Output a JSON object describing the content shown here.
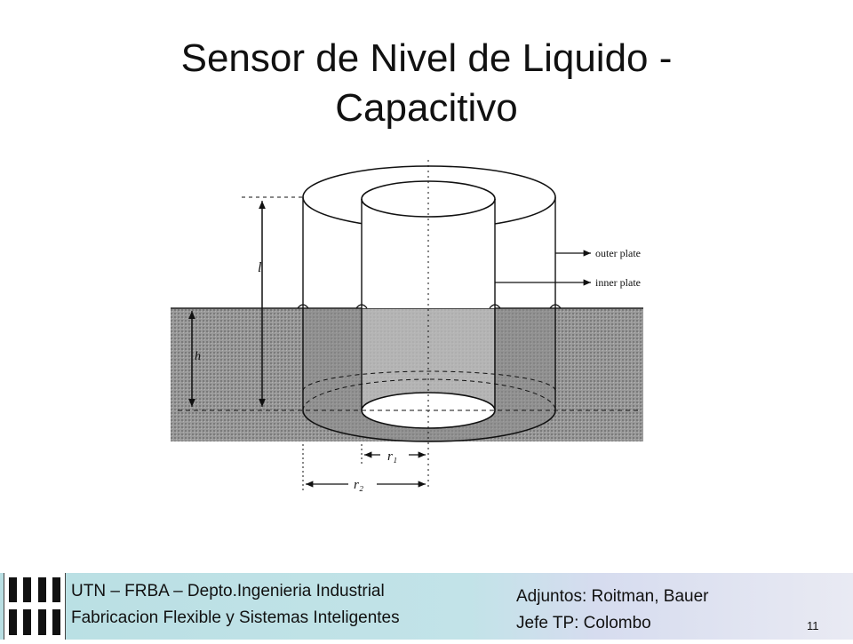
{
  "slide": {
    "title": "Sensor de Nivel de Liquido -\nCapacitivo",
    "number": "11"
  },
  "diagram": {
    "outer_plate_label": "outer plate",
    "inner_plate_label": "inner plate",
    "length_label": "l",
    "height_label": "h",
    "r1_label": "r₁",
    "r2_label": "r₂"
  },
  "footer": {
    "line1": "UTN – FRBA – Depto.Ingenieria Industrial",
    "line2": "Fabricacion Flexible y Sistemas Inteligentes",
    "adjuntos": "Adjuntos: Roitman, Bauer",
    "jefe_tp": "Jefe TP: Colombo",
    "logo_icon": "utn-logo-icon",
    "colors": {
      "footer_start": "#b9dfe3",
      "footer_end": "#e9eaf3"
    }
  }
}
